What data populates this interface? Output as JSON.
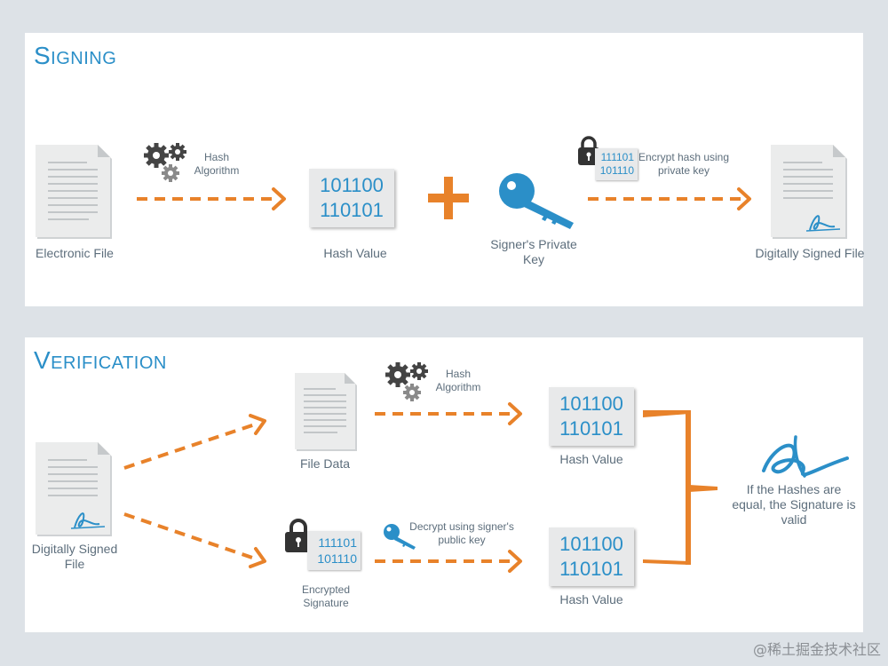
{
  "signing": {
    "title": "Signing",
    "electronic_file_label": "Electronic File",
    "hash_algorithm_label": "Hash Algorithm",
    "hash_value_lines": [
      "101100",
      "110101"
    ],
    "hash_value_label": "Hash Value",
    "private_key_label": "Signer's Private Key",
    "encrypt_label": "Encrypt hash using private key",
    "encrypted_lines": [
      "111101",
      "101110"
    ],
    "signed_file_label": "Digitally Signed File"
  },
  "verification": {
    "title": "Verification",
    "signed_file_label": "Digitally Signed File",
    "file_data_label": "File Data",
    "hash_algorithm_label": "Hash Algorithm",
    "hash_value_top_lines": [
      "101100",
      "110101"
    ],
    "hash_value_top_label": "Hash Value",
    "encrypted_lines": [
      "111101",
      "101110"
    ],
    "encrypted_signature_label": "Encrypted Signature",
    "decrypt_label": "Decrypt using signer's public key",
    "hash_value_bottom_lines": [
      "101100",
      "110101"
    ],
    "hash_value_bottom_label": "Hash Value",
    "result_label": "If the Hashes are equal, the Signature is valid"
  },
  "watermark": "@稀土掘金技术社区",
  "colors": {
    "accent_blue": "#2b8fc8",
    "arrow_orange": "#e8822a",
    "icon_gray": "#444444",
    "label_gray": "#5d6e7c",
    "background": "#dde2e7"
  }
}
